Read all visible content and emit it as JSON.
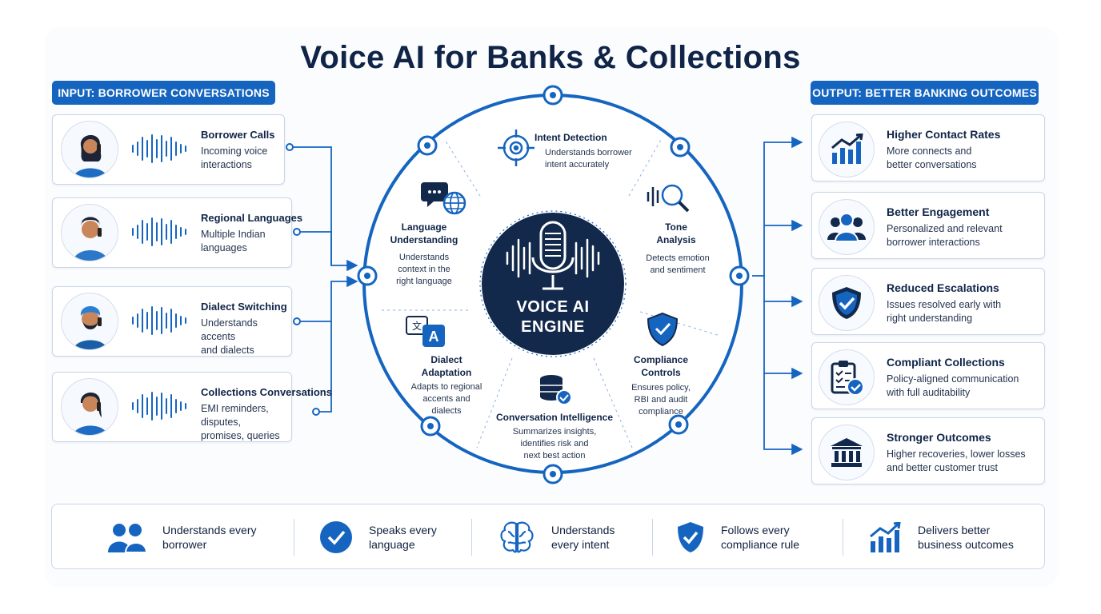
{
  "title": "Voice AI for Banks & Collections",
  "input_header": "INPUT: BORROWER CONVERSATIONS",
  "output_header": "OUTPUT: BETTER BANKING OUTCOMES",
  "inputs": [
    {
      "title": "Borrower Calls",
      "desc": [
        "Incoming voice",
        "interactions"
      ],
      "icon": "woman-phone-avatar"
    },
    {
      "title": "Regional Languages",
      "desc": [
        "Multiple Indian",
        "languages"
      ],
      "icon": "man-phone-avatar"
    },
    {
      "title": "Dialect Switching",
      "desc": [
        "Understands accents",
        "and dialects"
      ],
      "icon": "turban-man-phone-avatar"
    },
    {
      "title": "Collections Conversations",
      "desc": [
        "EMI reminders, disputes,",
        "promises, queries"
      ],
      "icon": "woman-braid-phone-avatar"
    }
  ],
  "engine": {
    "label": [
      "VOICE AI",
      "ENGINE"
    ],
    "icon": "microphone-icon",
    "segments": [
      {
        "title": [
          "Intent Detection"
        ],
        "desc": [
          "Understands borrower",
          "intent accurately"
        ],
        "icon": "target-icon"
      },
      {
        "title": [
          "Tone",
          "Analysis"
        ],
        "desc": [
          "Detects emotion",
          "and sentiment"
        ],
        "icon": "voice-search-icon"
      },
      {
        "title": [
          "Compliance",
          "Controls"
        ],
        "desc": [
          "Ensures policy,",
          "RBI and audit",
          "compliance"
        ],
        "icon": "shield-check-icon"
      },
      {
        "title": [
          "Conversation Intelligence"
        ],
        "desc": [
          "Summarizes insights,",
          "identifies risk and",
          "next best action"
        ],
        "icon": "database-check-icon"
      },
      {
        "title": [
          "Dialect",
          "Adaptation"
        ],
        "desc": [
          "Adapts to regional",
          "accents and",
          "dialects"
        ],
        "icon": "translate-icon"
      },
      {
        "title": [
          "Language",
          "Understanding"
        ],
        "desc": [
          "Understands",
          "context in the",
          "right language"
        ],
        "icon": "chat-globe-icon"
      }
    ]
  },
  "outputs": [
    {
      "title": "Higher Contact Rates",
      "desc": [
        "More connects and",
        "better conversations"
      ],
      "icon": "growth-chart-icon"
    },
    {
      "title": "Better Engagement",
      "desc": [
        "Personalized and relevant",
        "borrower interactions"
      ],
      "icon": "users-group-icon"
    },
    {
      "title": "Reduced Escalations",
      "desc": [
        "Issues resolved early with",
        "right understanding"
      ],
      "icon": "shield-check-icon"
    },
    {
      "title": "Compliant Collections",
      "desc": [
        "Policy-aligned communication",
        "with full auditability"
      ],
      "icon": "clipboard-check-icon"
    },
    {
      "title": "Stronger Outcomes",
      "desc": [
        "Higher recoveries, lower losses",
        "and better customer trust"
      ],
      "icon": "bank-icon"
    }
  ],
  "bottom": [
    {
      "text": [
        "Understands every",
        "borrower"
      ],
      "icon": "users-icon"
    },
    {
      "text": [
        "Speaks every",
        "language"
      ],
      "icon": "check-circle-icon"
    },
    {
      "text": [
        "Understands",
        "every intent"
      ],
      "icon": "brain-icon"
    },
    {
      "text": [
        "Follows every",
        "compliance rule"
      ],
      "icon": "shield-check-icon"
    },
    {
      "text": [
        "Delivers better",
        "business outcomes"
      ],
      "icon": "growth-chart-icon"
    }
  ],
  "colors": {
    "primary": "#1565c0",
    "navy": "#0f2447",
    "engine": "#13294b",
    "border": "#c9d6e8"
  }
}
